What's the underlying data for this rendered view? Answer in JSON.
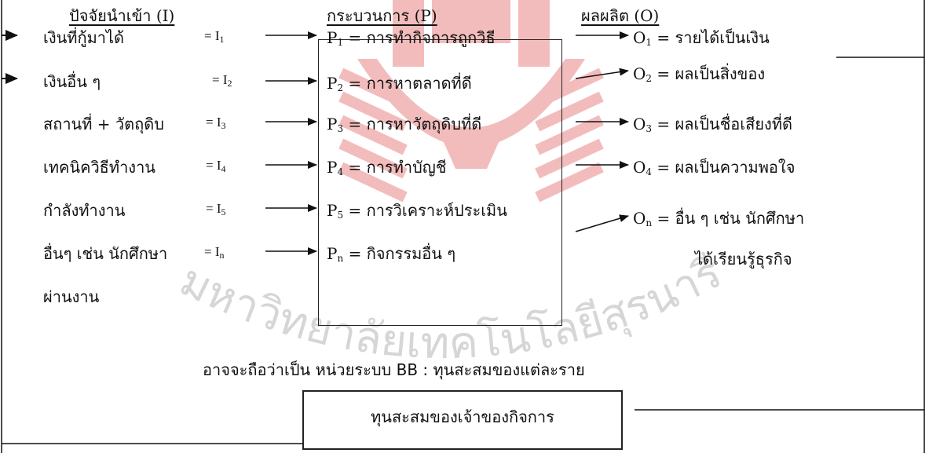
{
  "headers": {
    "input": "ปัจจัยนำเข้า (I)",
    "process": "กระบวนการ (P)",
    "output": "ผลผลิต (O)"
  },
  "inputs": [
    {
      "label": "เงินที่กู้มาได้",
      "code": "I",
      "sub": "1"
    },
    {
      "label": "เงินอื่น ๆ",
      "code": "I",
      "sub": "2"
    },
    {
      "label": "สถานที่ + วัตถุดิบ",
      "code": "I",
      "sub": "3"
    },
    {
      "label": "เทคนิควิธีทำงาน",
      "code": "I",
      "sub": "4"
    },
    {
      "label": "กำลังทำงาน",
      "code": "I",
      "sub": "5"
    },
    {
      "label": "อื่นๆ เช่น นักศึกษา",
      "code": "I",
      "sub": "n"
    }
  ],
  "input_continuation": "ผ่านงาน",
  "processes": [
    {
      "code": "P",
      "sub": "1",
      "label": "การทำกิจการถูกวิธี"
    },
    {
      "code": "P",
      "sub": "2",
      "label": "การหาตลาดที่ดี"
    },
    {
      "code": "P",
      "sub": "3",
      "label": "การหาวัตถุดิบที่ดี"
    },
    {
      "code": "P",
      "sub": "4",
      "label": "การทำบัญชี"
    },
    {
      "code": "P",
      "sub": "5",
      "label": "การวิเคราะห์ประเมิน"
    },
    {
      "code": "P",
      "sub": "n",
      "label": "กิจกรรมอื่น ๆ"
    }
  ],
  "outputs": [
    {
      "code": "O",
      "sub": "1",
      "label": "รายได้เป็นเงิน"
    },
    {
      "code": "O",
      "sub": "2",
      "label": "ผลเป็นสิ่งของ"
    },
    {
      "code": "O",
      "sub": "3",
      "label": "ผลเป็นชื่อเสียงที่ดี"
    },
    {
      "code": "O",
      "sub": "4",
      "label": "ผลเป็นความพอใจ"
    },
    {
      "code": "O",
      "sub": "n",
      "label": "อื่น ๆ เช่น นักศึกษา"
    }
  ],
  "output_continuation": "ได้เรียนรู้ธุรกิจ",
  "equals": "=",
  "note": "อาจจะถือว่าเป็น หน่วยระบบ BB  :  ทุนสะสมของแต่ละราย",
  "capital_box": "ทุนสะสมของเจ้าของกิจการ",
  "watermark": {
    "text": "มหาวิทยาลัยเทคโนโลยีสุรนารี",
    "color": "#e05050"
  }
}
